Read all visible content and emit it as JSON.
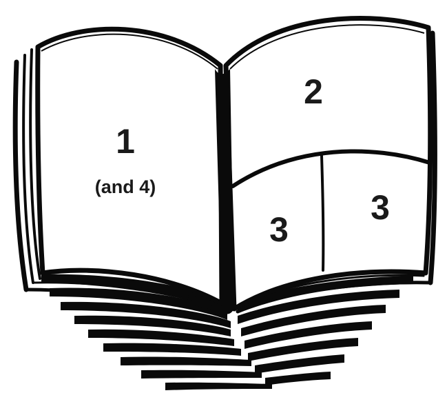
{
  "illustration": {
    "ink_color": "#0a0a0a",
    "paper_color": "#ffffff",
    "sections": [
      {
        "id": "left-page",
        "number": "1",
        "note": "(and 4)"
      },
      {
        "id": "right-top",
        "number": "2"
      },
      {
        "id": "right-bottom-left",
        "number": "3"
      },
      {
        "id": "right-bottom-right",
        "number": "3"
      }
    ]
  }
}
